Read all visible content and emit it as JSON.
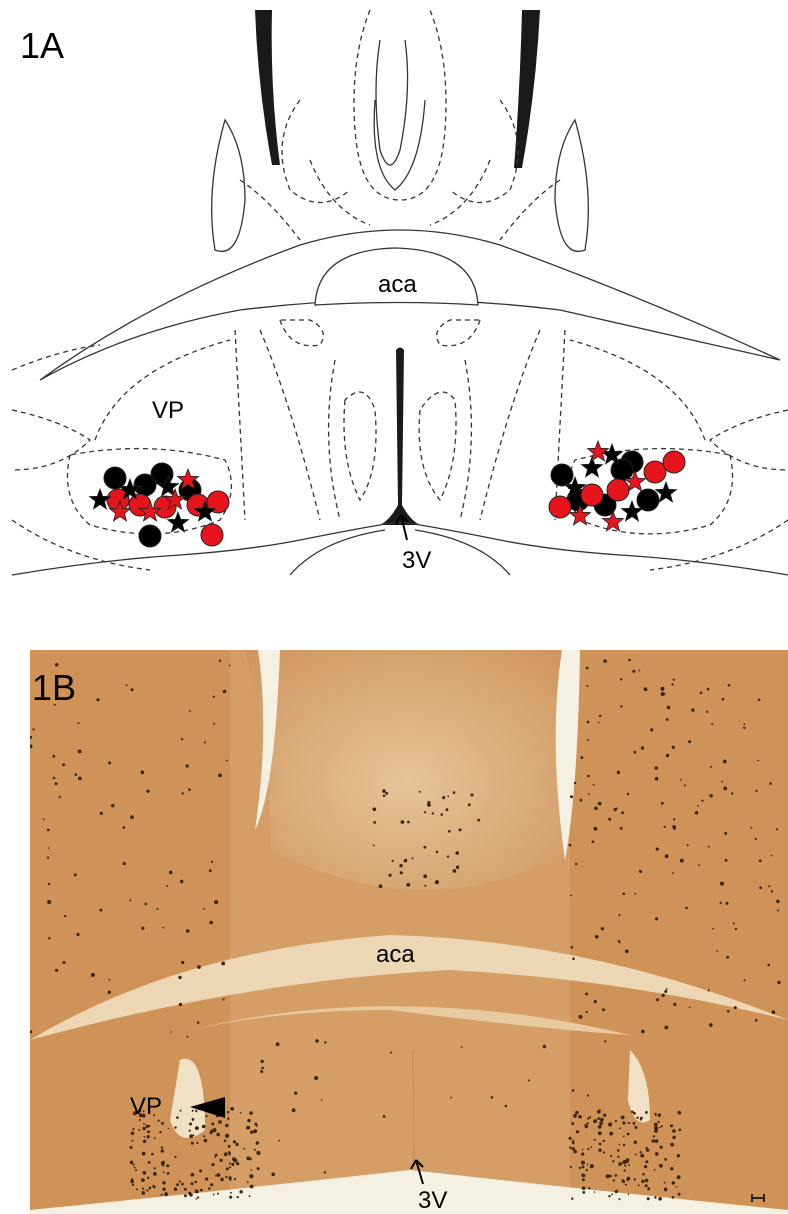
{
  "panel_a": {
    "label": "1A",
    "aca_label": "aca",
    "vp_label": "VP",
    "v3_label": "3V",
    "colors": {
      "red_marker": "#e8141b",
      "black_marker": "#000000",
      "outline": "#333333"
    },
    "marker_legend": {
      "shapes": [
        "circle",
        "star"
      ],
      "colors": [
        "red",
        "black"
      ]
    }
  },
  "panel_b": {
    "label": "1B",
    "aca_label": "aca",
    "vp_label": "VP",
    "v3_label": "3V",
    "colors": {
      "tissue": "#d9a873",
      "tissue_light": "#e8c9a0",
      "background": "#f4f1e2",
      "cells": "#3a2412"
    }
  }
}
